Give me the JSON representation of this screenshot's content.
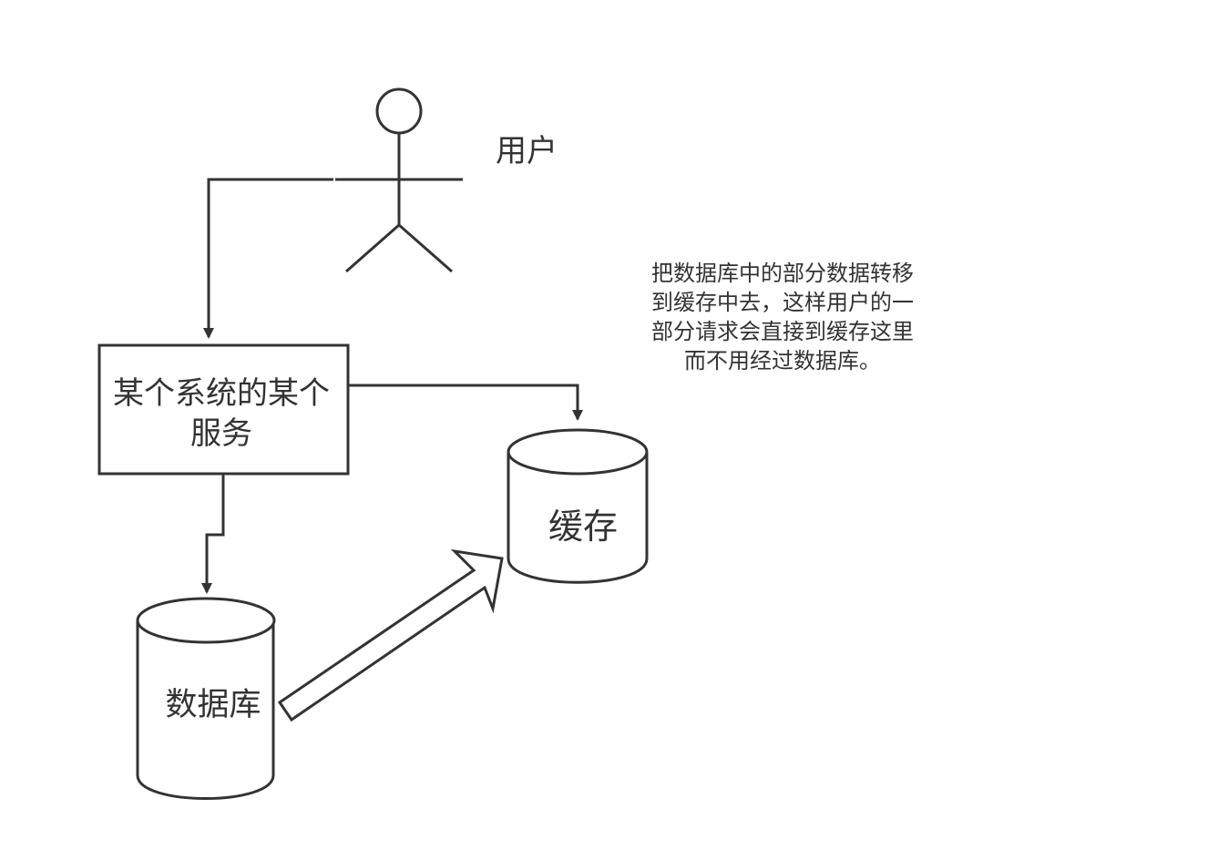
{
  "diagram": {
    "actor": {
      "label": "用户"
    },
    "service": {
      "label_lines": [
        "某个系统的某个",
        "服务"
      ]
    },
    "database": {
      "label": "数据库"
    },
    "cache": {
      "label": "缓存"
    },
    "note": {
      "lines": [
        "把数据库中的部分数据转移",
        "到缓存中去，这样用户的一",
        "部分请求会直接到缓存这里",
        "而不用经过数据库。"
      ]
    },
    "colors": {
      "stroke": "#333333",
      "background": "#ffffff"
    }
  }
}
